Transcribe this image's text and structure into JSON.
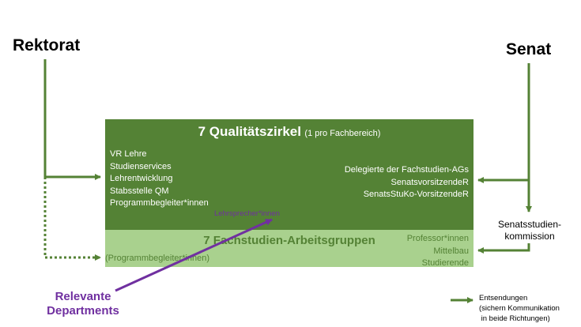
{
  "left_actor": "Rektorat",
  "right_actor": "Senat",
  "qualitaetszirkel": {
    "title": "7 Qualitätszirkel",
    "subtitle": "(1 pro Fachbereich)",
    "left_items": [
      "VR Lehre",
      "Studienservices",
      "Lehrentwicklung",
      "Stabsstelle QM",
      "Programmbegleiter*innen"
    ],
    "right_items": [
      "Delegierte der Fachstudien-AGs",
      "SenatsvorsitzendeR",
      "SenatsStuKo-VorsitzendeR"
    ],
    "lehrsprecher": "Lehrsprecher*innen"
  },
  "fachstudien": {
    "title": "7 Fachstudien-Arbeitsgruppen",
    "left_item": "(Programmbegleiter*innen)",
    "right_items": [
      "Professor*innen",
      "Mittelbau",
      "Studierende"
    ]
  },
  "relevante_departments": [
    "Relevante",
    "Departments"
  ],
  "senatsstudienkommission": [
    "Senatsstudien-",
    "kommission"
  ],
  "legend": {
    "lines": [
      "Entsendungen",
      "(sichern Kommunikation",
      " in beide Richtungen)"
    ],
    "color": "#548235"
  },
  "colors": {
    "dark_green": "#548235",
    "light_green": "#a9d18e",
    "purple": "#7030a0"
  }
}
